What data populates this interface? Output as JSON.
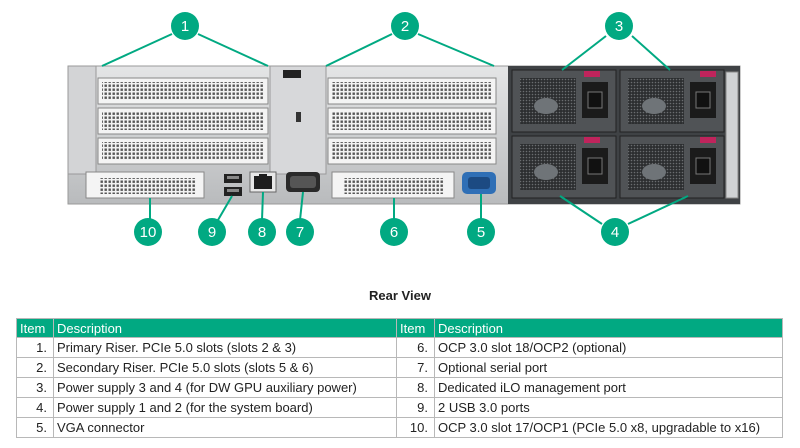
{
  "figure": {
    "callouts": [
      "1",
      "2",
      "3",
      "4",
      "5",
      "6",
      "7",
      "8",
      "9",
      "10"
    ],
    "colors": {
      "callout": "#01a982",
      "chassis": "#c7c9cb",
      "psu": "#4a4d50",
      "psu_handle": "#c0245c",
      "vga": "#2f6fb6"
    }
  },
  "title": "Rear View",
  "table": {
    "headers": [
      "Item",
      "Description",
      "Item",
      "Description"
    ],
    "rows": [
      {
        "n1": "1.",
        "d1": "Primary Riser. PCIe 5.0 slots (slots 2 & 3)",
        "n2": "6.",
        "d2": "OCP 3.0 slot 18/OCP2 (optional)"
      },
      {
        "n1": "2.",
        "d1": "Secondary Riser. PCIe 5.0 slots (slots 5 & 6)",
        "n2": "7.",
        "d2": "Optional serial port"
      },
      {
        "n1": "3.",
        "d1": "Power supply 3 and 4 (for DW GPU auxiliary power)",
        "n2": "8.",
        "d2": "Dedicated iLO management port"
      },
      {
        "n1": "4.",
        "d1": "Power supply 1 and 2 (for the system board)",
        "n2": "9.",
        "d2": "2 USB 3.0 ports"
      },
      {
        "n1": "5.",
        "d1": "VGA connector",
        "n2": "10.",
        "d2": "OCP 3.0 slot 17/OCP1 (PCIe 5.0 x8, upgradable to x16)"
      }
    ]
  }
}
